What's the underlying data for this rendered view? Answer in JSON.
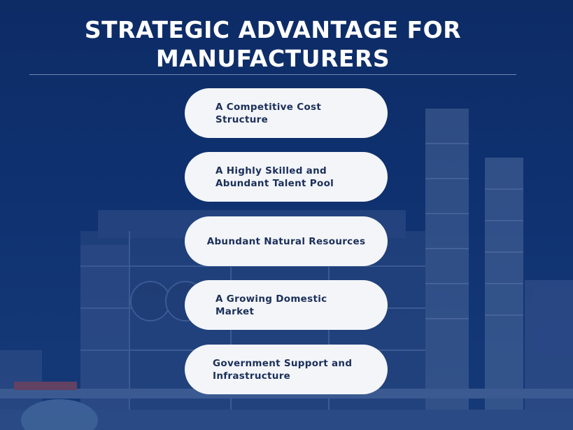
{
  "title": {
    "line1": "STRATEGIC ADVANTAGE FOR",
    "line2": "MANUFACTURERS"
  },
  "advantages": [
    {
      "line1": "A Competitive Cost",
      "line2": "Structure"
    },
    {
      "line1": "A Highly Skilled and",
      "line2": "Abundant Talent Pool"
    },
    {
      "line1": "Abundant Natural Resources",
      "line2": ""
    },
    {
      "line1": "A Growing Domestic",
      "line2": "Market"
    },
    {
      "line1": "Government Support and",
      "line2": "Infrastructure"
    }
  ],
  "colors": {
    "background": "#0e2f6b",
    "card": "#f3f5f9",
    "card_text": "#1b2f5a",
    "title_text": "#ffffff"
  }
}
